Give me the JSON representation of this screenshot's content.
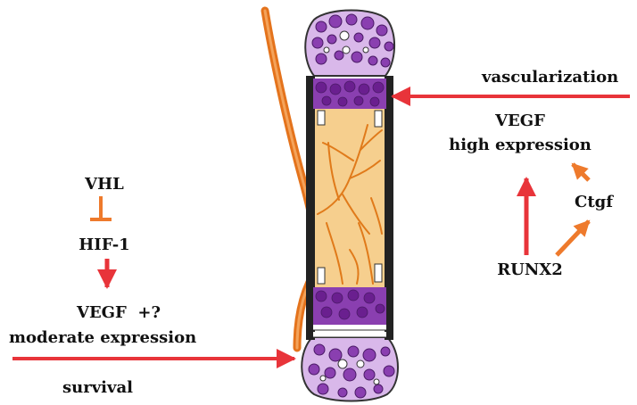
{
  "labels": {
    "vhl": "VHL",
    "hif1": "HIF-1",
    "vegf_left": "VEGF  +?",
    "moderate_expression": "moderate expression",
    "survival": "survival",
    "vascularization": "vascularization",
    "vegf_right": "VEGF",
    "high_expression": "high expression",
    "ctgf": "Ctgf",
    "runx2": "RUNX2"
  },
  "colors": {
    "red_arrow": "#e8343a",
    "orange_arrow": "#ee7a2c",
    "inhibition": "#ee7a2c",
    "cartilage_purple": "#8a3fb0",
    "cartilage_dark": "#6a1f8f",
    "marrow_fill": "#f6cf8e",
    "vessel": "#e07a1a",
    "cortex": "#222222",
    "outer_vessel": "#e4731c"
  },
  "icons": {
    "bone": "long-bone-illustration",
    "vessel": "blood-vessel"
  }
}
